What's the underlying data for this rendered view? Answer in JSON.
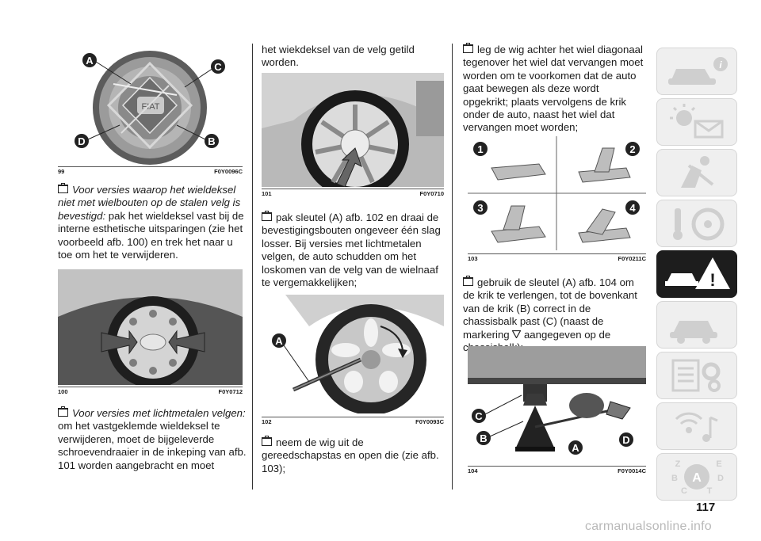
{
  "figures": {
    "f99": {
      "num": "99",
      "code": "F0Y0096C",
      "labels": [
        "A",
        "C",
        "D",
        "B"
      ]
    },
    "f100": {
      "num": "100",
      "code": "F0Y0712"
    },
    "f101": {
      "num": "101",
      "code": "F0Y0710"
    },
    "f102": {
      "num": "102",
      "code": "F0Y0093C",
      "labels": [
        "A"
      ]
    },
    "f103": {
      "num": "103",
      "code": "F0Y0211C",
      "labels": [
        "1",
        "2",
        "3",
        "4"
      ]
    },
    "f104": {
      "num": "104",
      "code": "F0Y0014C",
      "labels": [
        "C",
        "B",
        "A",
        "D"
      ]
    }
  },
  "col1": {
    "p1_italic": "Voor versies waarop het wieldeksel niet met wielbouten op de stalen velg is bevestigd:",
    "p1_text": " pak het wieldeksel vast bij de interne esthetische uitsparingen (zie het voorbeeld afb. 100) en trek het naar u toe om het te verwijderen.",
    "p2_italic": "Voor versies met lichtmetalen velgen:",
    "p2_text": " om het vastgeklemde wieldeksel te verwijderen, moet de bijgeleverde schroevendraaier in de inkeping van afb. 101 worden aangebracht en moet"
  },
  "col2": {
    "p0": "het wiekdeksel van de velg getild worden.",
    "p1": "pak sleutel (A) afb. 102 en draai de bevestigingsbouten ongeveer één slag losser. Bij versies met lichtmetalen velgen, de auto schudden om het loskomen van de velg van de wielnaaf te vergemakkelijken;",
    "p2": "neem de wig uit de gereedschapstas en open die (zie afb. 103);"
  },
  "col3": {
    "p1": "leg de wig achter het wiel diagonaal tegenover het wiel dat vervangen moet worden om te voorkomen dat de auto gaat bewegen als deze wordt opgekrikt; plaats vervolgens de krik onder de auto, naast het wiel dat vervangen moet worden;",
    "p2a": "gebruik de sleutel (A) afb. 104 om de krik te verlengen, tot de bovenkant van de krik (B) correct in de chassisbalk past (C) (naast de markering ",
    "p2b": " aangegeven op de chassisbalk);"
  },
  "page_number": "117",
  "watermark": "carmanualsonline.info",
  "sidebar": [
    "car-info-icon",
    "warning-lights-icon",
    "airbag-seat-icon",
    "steering-key-icon",
    "emergency-icon",
    "car-service-icon",
    "spec-gear-icon",
    "multimedia-icon",
    "index-abc-icon"
  ]
}
